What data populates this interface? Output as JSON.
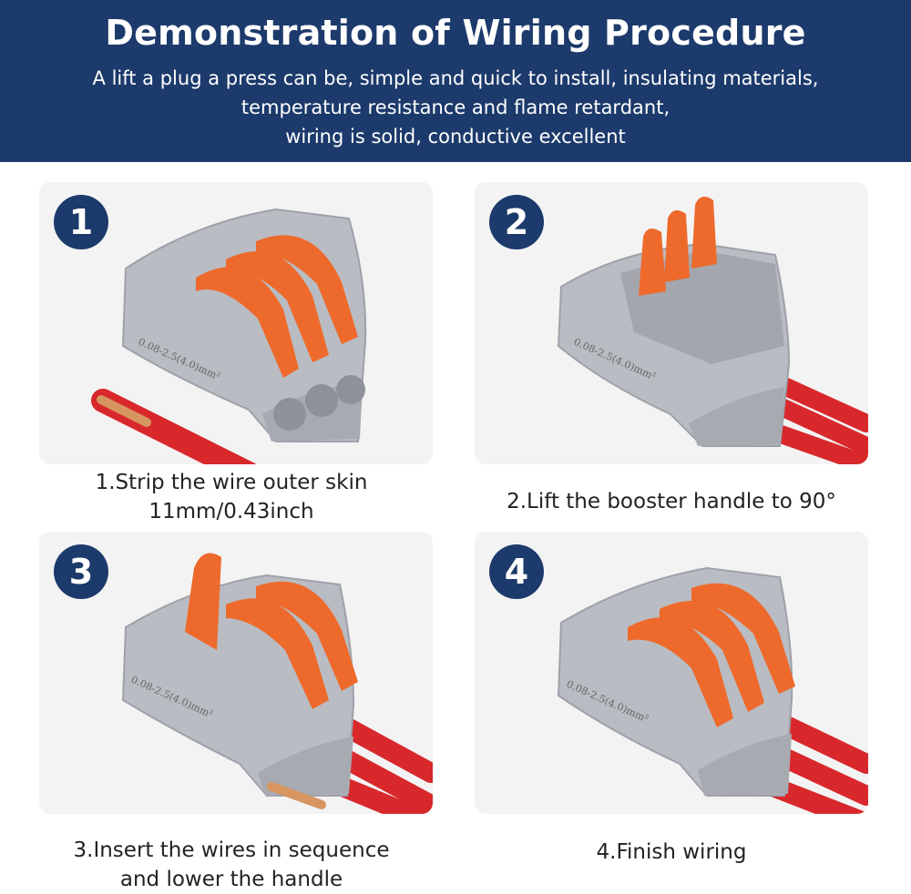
{
  "header": {
    "title": "Demonstration of Wiring Procedure",
    "subtitle_lines": [
      "A lift a plug a press can be, simple and quick to install, insulating materials,",
      "temperature resistance and flame retardant,",
      "wiring is solid, conductive excellent"
    ]
  },
  "steps": [
    {
      "number": "1",
      "caption_lines": [
        "1.Strip the wire outer skin",
        "11mm/0.43inch"
      ],
      "rating_text": "0.08-2.5(4.0)mm²"
    },
    {
      "number": "2",
      "caption_lines": [
        "2.Lift the booster handle to 90°"
      ],
      "rating_text": "0.08-2.5(4.0)mm²"
    },
    {
      "number": "3",
      "caption_lines": [
        "3.Insert the wires in sequence",
        "and lower the handle"
      ],
      "rating_text": "0.08-2.5(4.0)mm²"
    },
    {
      "number": "4",
      "caption_lines": [
        "4.Finish wiring"
      ],
      "rating_text": "0.08-2.5(4.0)mm²"
    }
  ],
  "colors": {
    "header_bg": "#1c3a6b",
    "badge_bg": "#1c3a6b",
    "connector_gray": "#b9bcc2",
    "lever_orange": "#ee6a2c",
    "wire_red": "#d8282b",
    "copper": "#d7955f"
  }
}
